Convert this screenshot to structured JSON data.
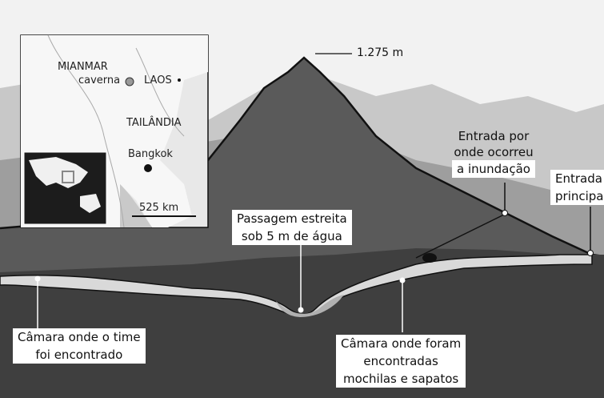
{
  "summit": {
    "elevation": "1.275 m"
  },
  "callouts": {
    "flood_entrance": [
      "Entrada por",
      "onde ocorreu",
      "a inundação"
    ],
    "main_entrance": [
      "Entrada",
      "principal"
    ],
    "narrow_passage": [
      "Passagem estreita",
      "sob 5 m de água"
    ],
    "team_chamber": [
      "Câmara onde o time",
      "foi encontrado"
    ],
    "bags_chamber": [
      "Câmara onde foram",
      "encontradas",
      "mochilas e sapatos"
    ]
  },
  "inset_map": {
    "countries": {
      "myanmar": "MIANMAR",
      "laos": "LAOS",
      "thailand": "TAILÂNDIA"
    },
    "cave_label": "caverna",
    "capital": "Bangkok",
    "scale_label": "525 km"
  },
  "colors": {
    "sky": "#f2f2f2",
    "mountain_far": "#bdbdbd",
    "mountain_main": "#5a5a5a",
    "ground": "#3f3f3f",
    "cave": "#d9d9d9",
    "water": "#b0b0b0",
    "ocean_dark": "#1c1c1c",
    "land_light": "#f7f7f7"
  }
}
